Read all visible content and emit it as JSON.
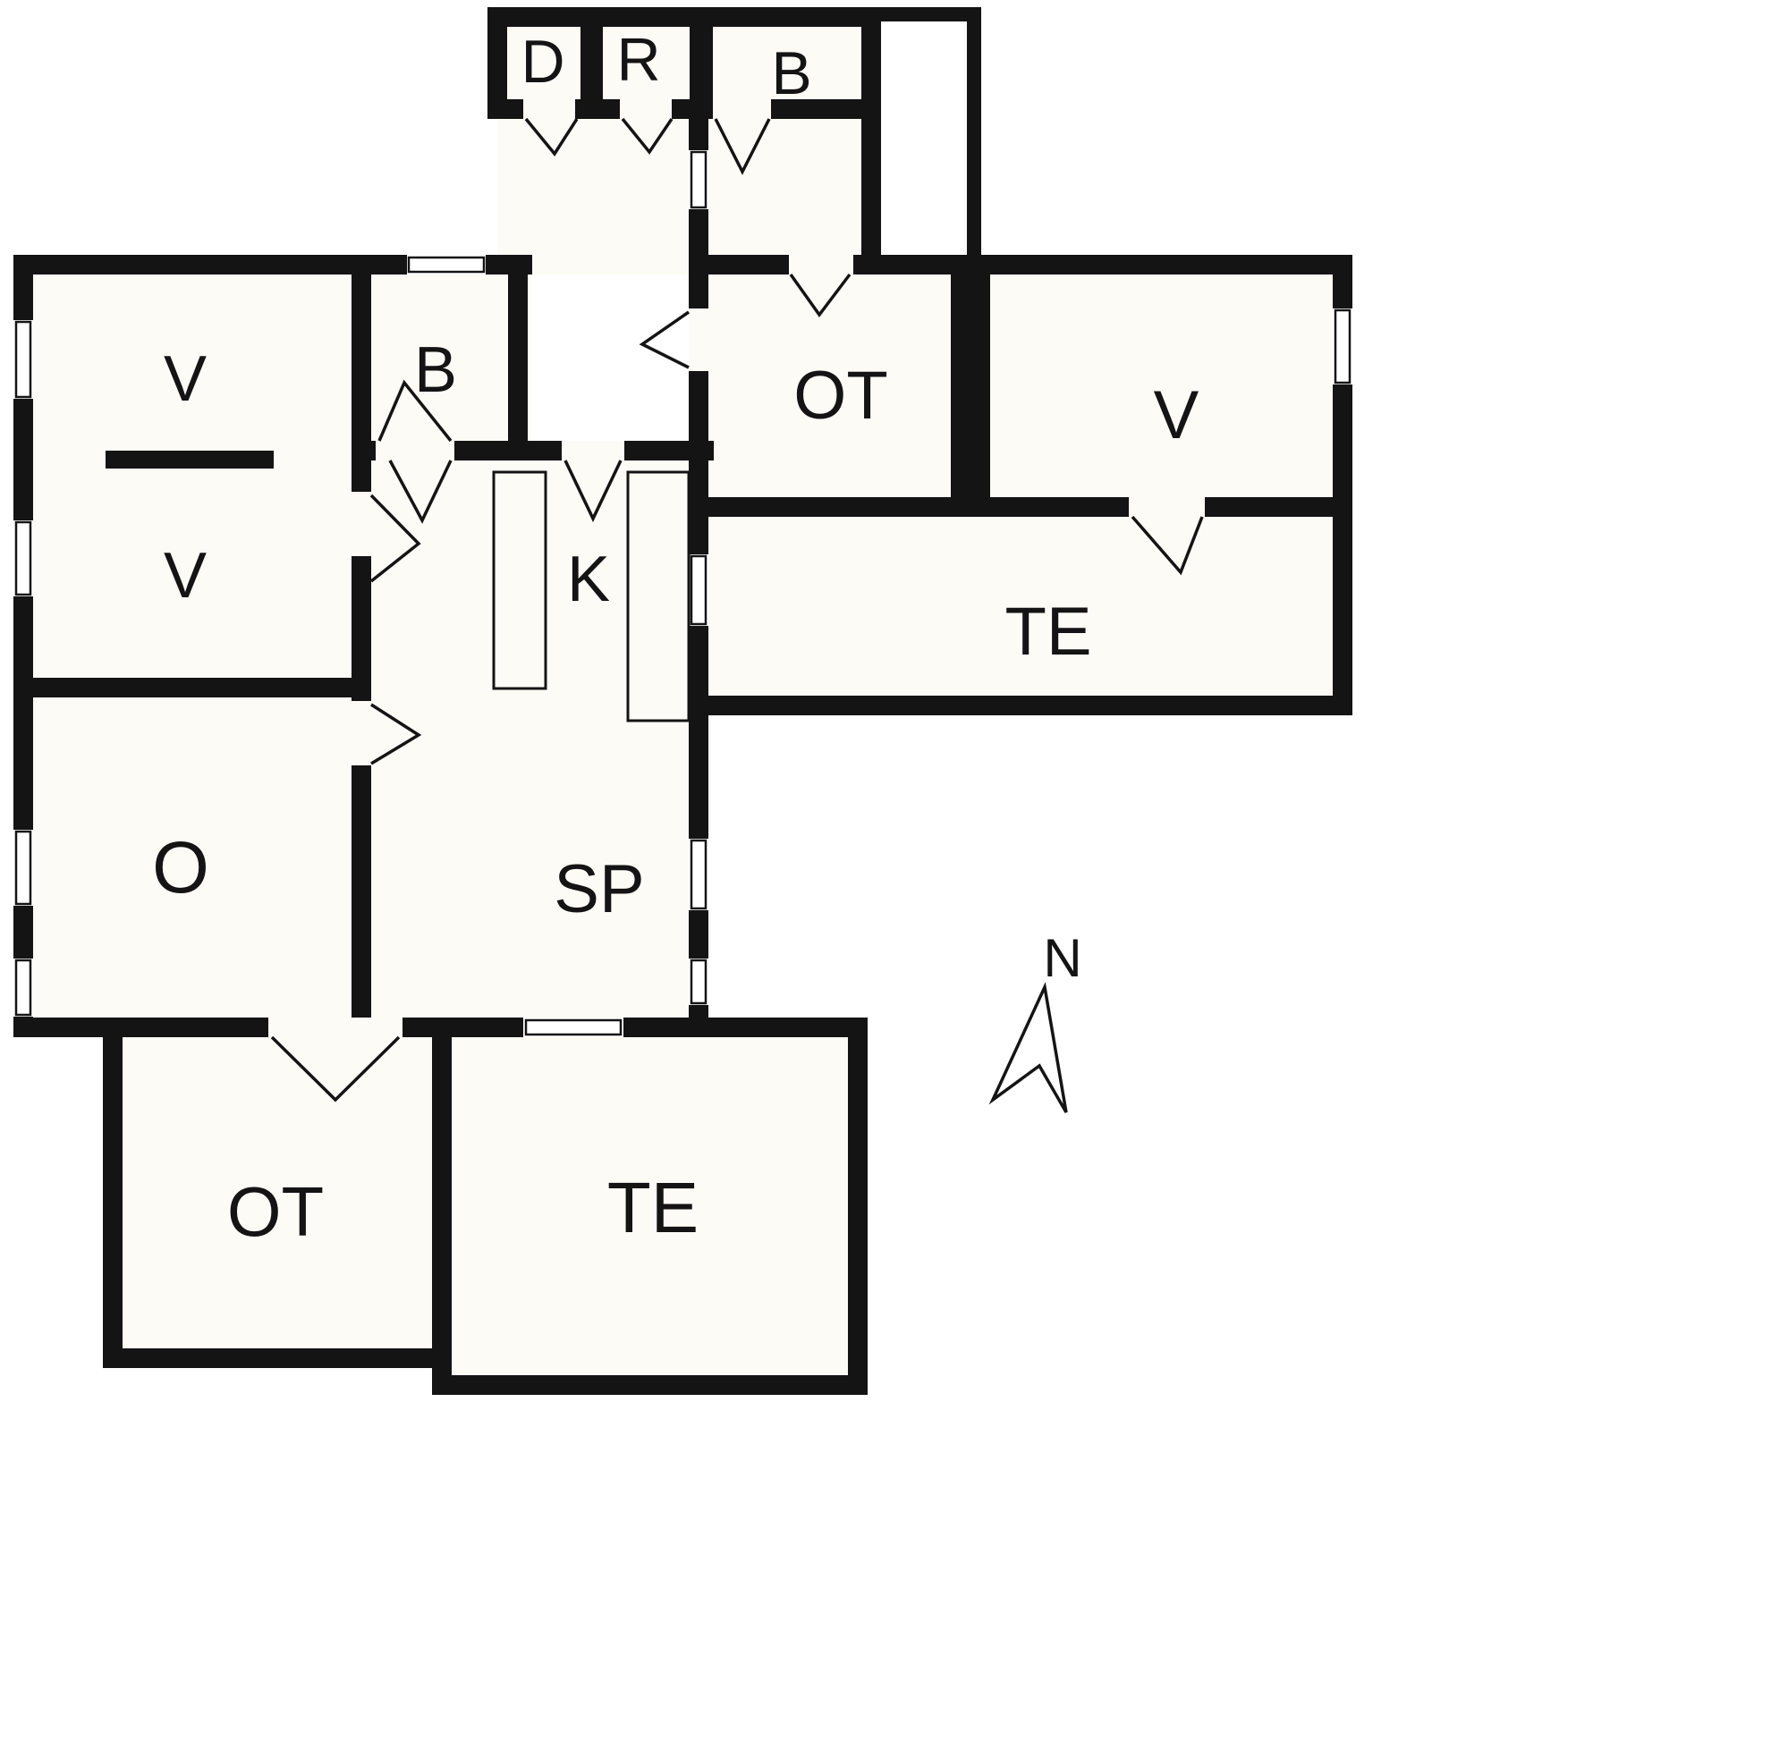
{
  "plan": {
    "rooms": {
      "d": "D",
      "r": "R",
      "b_annex": "B",
      "v_upper": "V",
      "v_lower": "V",
      "b_main": "B",
      "k": "K",
      "ot_east": "OT",
      "v_east": "V",
      "te_east": "TE",
      "o": "O",
      "sp": "SP",
      "ot_south": "OT",
      "te_south": "TE"
    },
    "compass": {
      "north": "N"
    },
    "colors": {
      "wall": "#141414",
      "floor": "#fcfbf6",
      "background": "#ffffff"
    }
  }
}
